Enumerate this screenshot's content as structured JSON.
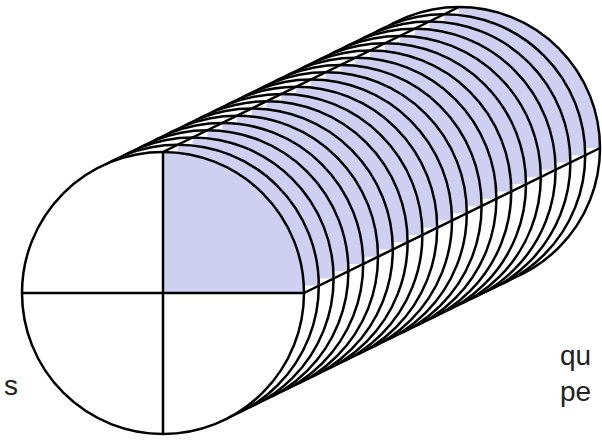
{
  "diagram": {
    "labels": [
      "s",
      "qu",
      "pe"
    ]
  }
}
